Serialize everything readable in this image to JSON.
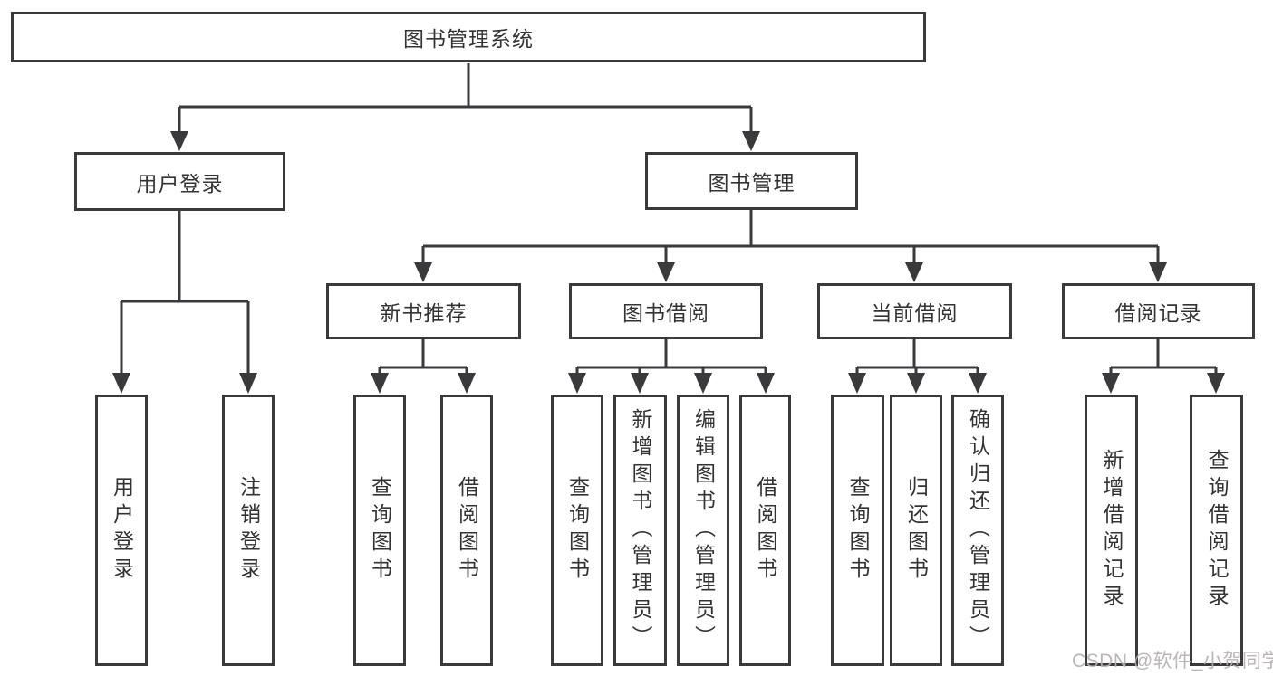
{
  "diagram": {
    "title_node": {
      "label": "图书管理系统"
    },
    "level2": [
      {
        "label": "用户登录",
        "children": [
          {
            "label": "用户登录"
          },
          {
            "label": "注销登录"
          }
        ]
      },
      {
        "label": "图书管理",
        "children": [
          {
            "label": "新书推荐",
            "children": [
              {
                "label": "查询图书"
              },
              {
                "label": "借阅图书"
              }
            ]
          },
          {
            "label": "图书借阅",
            "children": [
              {
                "label": "查询图书"
              },
              {
                "label": "新增图书（管理员）"
              },
              {
                "label": "编辑图书（管理员）"
              },
              {
                "label": "借阅图书"
              }
            ]
          },
          {
            "label": "当前借阅",
            "children": [
              {
                "label": "查询图书"
              },
              {
                "label": "归还图书"
              },
              {
                "label": "确认归还（管理员）"
              }
            ]
          },
          {
            "label": "借阅记录",
            "children": [
              {
                "label": "新增借阅记录"
              },
              {
                "label": "查询借阅记录"
              }
            ]
          }
        ]
      }
    ]
  },
  "watermark": {
    "text": "CSDN @软件_小贺同学"
  },
  "colors": {
    "line": "#3a3a3c",
    "box_border": "#3a3a3c",
    "text": "#333333",
    "watermark": "#b5afb2",
    "background": "#ffffff"
  }
}
